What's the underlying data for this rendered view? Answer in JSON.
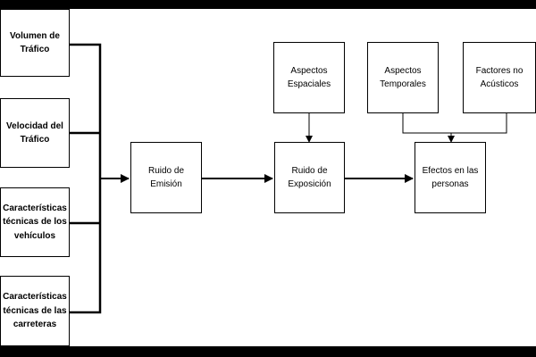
{
  "diagram": {
    "inputs": [
      {
        "id": "volumen",
        "label": "Volumen de Tráfico"
      },
      {
        "id": "velocidad",
        "label": "Velocidad del Tráfico"
      },
      {
        "id": "vehiculos",
        "label": "Características técnicas de los vehículos"
      },
      {
        "id": "carreteras",
        "label": "Características técnicas de las carreteras"
      }
    ],
    "ruido_emision": {
      "label": "Ruido de Emisión"
    },
    "ruido_exposicion": {
      "label": "Ruido de Exposición"
    },
    "aspectos_espaciales": {
      "label": "Aspectos Espaciales"
    },
    "aspectos_temporales": {
      "label": "Aspectos Temporales"
    },
    "factores_no_acusticos": {
      "label": "Factores no Acústicos"
    },
    "efectos": {
      "label": "Efectos en las personas"
    },
    "colors": {
      "line": "#000000",
      "box_border": "#000000",
      "background": "#ffffff",
      "frame": "#000000"
    }
  }
}
